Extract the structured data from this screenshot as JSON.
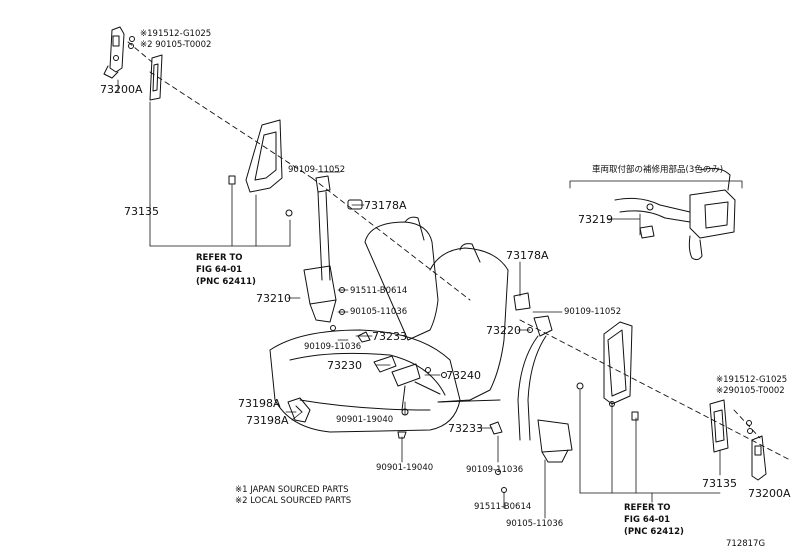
{
  "diagram": {
    "code": "712817G",
    "notes": [
      "※1 JAPAN SOURCED PARTS",
      "※2 LOCAL SOURCED PARTS"
    ],
    "inset_title": "車両取付部の補修用部品(3色のみ)",
    "part_numbers": {
      "p73200a_left": "73200A",
      "p73200a_right": "73200A",
      "p73135_left": "73135",
      "p73135_right": "73135",
      "p73178a_left": "73178A",
      "p73178a_right": "73178A",
      "p73210": "73210",
      "p73220": "73220",
      "p73219": "73219",
      "p73233_left": "73233",
      "p73233_right": "73233",
      "p73230": "73230",
      "p73240": "73240",
      "p73198a_1": "73198A",
      "p73198a_2": "73198A"
    },
    "fasteners": {
      "tl_1": "※191512-G1025",
      "tl_2": "※2 90105-T0002",
      "tr_1": "※191512-G1025",
      "tr_2": "※290105-T0002",
      "f_90109_11052_l": "90109-11052",
      "f_90109_11052_r": "90109-11052",
      "f_91511_b0614_l": "91511-B0614",
      "f_91511_b0614_r": "91511-B0614",
      "f_90105_11036_l": "90105-11036",
      "f_90105_11036_r": "90105-11036",
      "f_90109_11036_l": "90109-11036",
      "f_90109_11036_r": "90109-11036",
      "f_90901_19040_a": "90901-19040",
      "f_90901_19040_b": "90901-19040"
    },
    "refs": {
      "left": {
        "line1": "REFER TO",
        "line2": "FIG 64-01",
        "line3": "(PNC 62411)"
      },
      "right": {
        "line1": "REFER TO",
        "line2": "FIG 64-01",
        "line3": "(PNC 62412)"
      }
    }
  }
}
